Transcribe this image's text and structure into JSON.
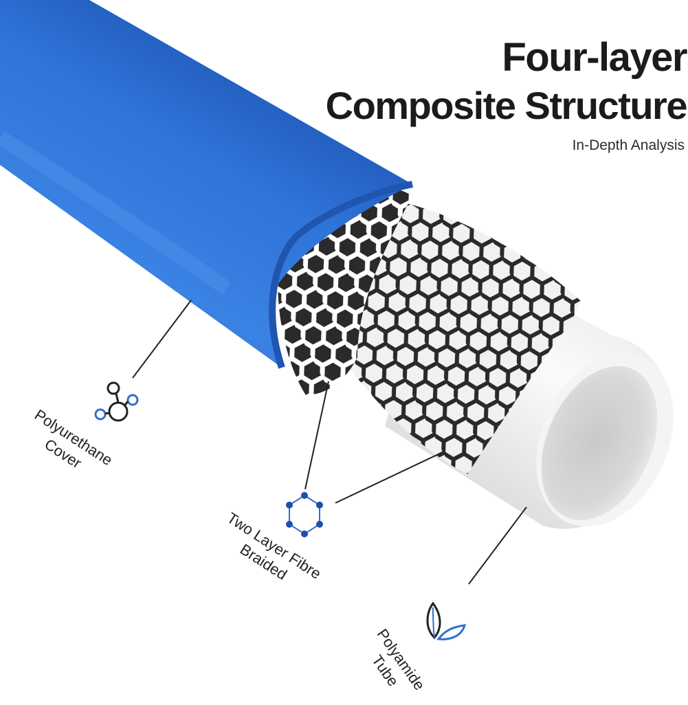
{
  "title": {
    "line1": "Four-layer",
    "line2": "Composite Structure",
    "subtitle": "In-Depth Analysis"
  },
  "layers": [
    {
      "id": "cover",
      "line1": "Polyurethane",
      "line2": "Cover",
      "icon": "molecule-icon"
    },
    {
      "id": "braid",
      "line1": "Two Layer Fibre",
      "line2": "Braided",
      "icon": "hexagon-network-icon"
    },
    {
      "id": "tube",
      "line1": "Polyamide",
      "line2": "Tube",
      "icon": "leaf-icon"
    }
  ],
  "colors": {
    "cover": "#2f74d6",
    "cover_dark": "#1f56b0",
    "tube": "#f2f2f2",
    "braid_dark": "#2a2a2a",
    "braid_light": "#ffffff",
    "icon_blue": "#2d6fd0",
    "text": "#1b1b1b"
  }
}
